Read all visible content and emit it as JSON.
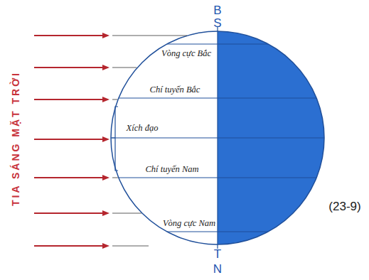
{
  "diagram": {
    "labels": [
      "B",
      "S",
      "T",
      "N",
      "Vòng cực Bắc",
      "Chí tuyến Bắc",
      "Xích đạo",
      "Chí tuyến Nam",
      "Vòng cực Nam",
      "TIA SÁNG MẶT TRỜI",
      "(23-9)"
    ]
  }
}
